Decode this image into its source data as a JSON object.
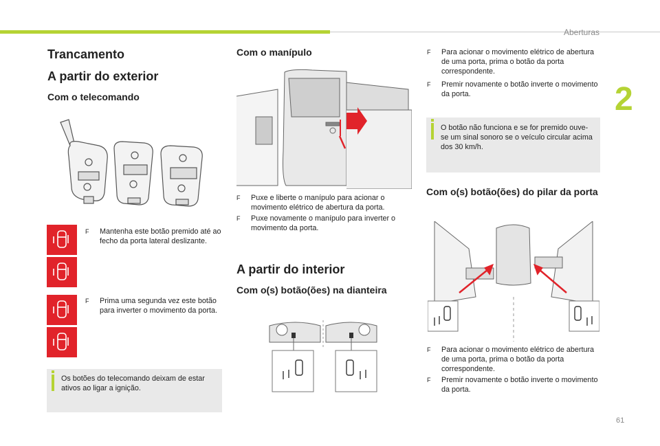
{
  "header": {
    "section": "Aberturas",
    "chapter": "2"
  },
  "footer": {
    "page_number": "61"
  },
  "col1": {
    "title": "Trancamento",
    "subtitle": "A partir do exterior",
    "heading": "Com o telecomando",
    "bullet1": "Mantenha este botão premido até ao fecho da porta lateral deslizante.",
    "bullet2": "Prima uma segunda vez este botão para inverter o movimento da porta.",
    "note": "Os botões do telecomando deixam de estar ativos ao ligar a ignição."
  },
  "col2": {
    "heading1": "Com o manípulo",
    "bullet1": "Puxe e liberte o manípulo para acionar o movimento elétrico de abertura da porta.",
    "bullet2": "Puxe novamente o manípulo para inverter o movimento da porta.",
    "subtitle": "A partir do interior",
    "heading2": "Com o(s) botão(ões) na dianteira"
  },
  "col3": {
    "bullet1": "Para acionar o movimento elétrico de abertura de uma porta, prima o botão da porta correspondente.",
    "bullet2": "Premir novamente o botão inverte o movimento da porta.",
    "note": "O botão não funciona e se for premido ouve-se um sinal sonoro se o veículo circular acima dos 30 km/h.",
    "heading": "Com o(s) botão(ões) do pilar da porta",
    "bullet3": "Para acionar o movimento elétrico de abertura de uma porta, prima o botão da porta correspondente.",
    "bullet4": "Premir novamente o botão inverte o movimento da porta."
  },
  "bullet_mark": "F"
}
